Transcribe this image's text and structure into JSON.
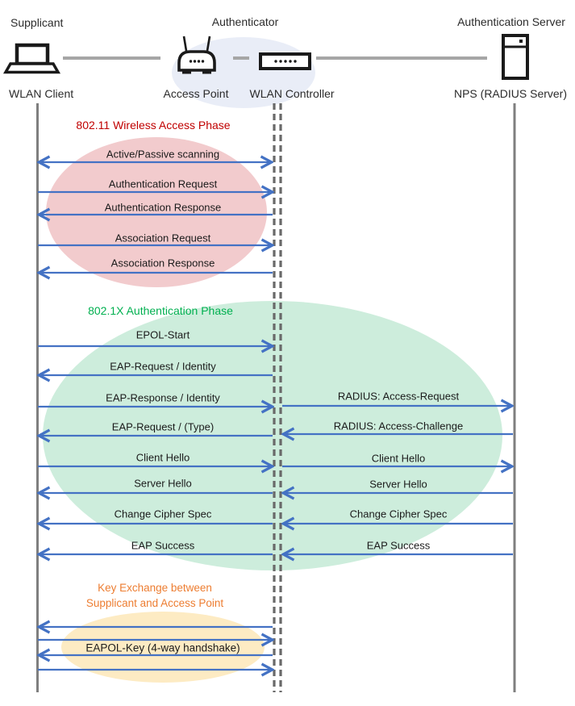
{
  "actors": {
    "roles": [
      {
        "label": "Supplicant"
      },
      {
        "label": "Authenticator"
      },
      {
        "label": "Authentication Server"
      }
    ],
    "devices": [
      {
        "label": "WLAN Client",
        "icon": "laptop-icon"
      },
      {
        "label": "Access Point",
        "icon": "access-point-icon"
      },
      {
        "label": "WLAN Controller",
        "icon": "wlan-controller-icon"
      },
      {
        "label": "NPS (RADIUS Server)",
        "icon": "server-icon"
      }
    ]
  },
  "phases": {
    "red": {
      "title": "802.11 Wireless Access Phase",
      "title_color": "#C00000",
      "ellipse_fill": "#F2CBCD",
      "messages": [
        {
          "label": "Active/Passive scanning",
          "from": "WLAN Client",
          "to": "WLAN Controller",
          "direction": "both"
        },
        {
          "label": "Authentication Request",
          "from": "WLAN Client",
          "to": "WLAN Controller",
          "direction": "right"
        },
        {
          "label": "Authentication Response",
          "from": "WLAN Controller",
          "to": "WLAN Client",
          "direction": "left"
        },
        {
          "label": "Association Request",
          "from": "WLAN Client",
          "to": "WLAN Controller",
          "direction": "right"
        },
        {
          "label": "Association Response",
          "from": "WLAN Controller",
          "to": "WLAN Client",
          "direction": "left"
        }
      ]
    },
    "green": {
      "title": "802.1X Authentication Phase",
      "title_color": "#00B050",
      "ellipse_fill": "#CDEDDC",
      "client_messages": [
        {
          "label": "EPOL-Start",
          "direction": "right"
        },
        {
          "label": "EAP-Request / Identity",
          "direction": "left"
        },
        {
          "label": "EAP-Response / Identity",
          "direction": "right"
        },
        {
          "label": "EAP-Request / (Type)",
          "direction": "left"
        },
        {
          "label": "Client Hello",
          "direction": "right"
        },
        {
          "label": "Server Hello",
          "direction": "left"
        },
        {
          "label": "Change Cipher Spec",
          "direction": "left"
        },
        {
          "label": "EAP Success",
          "direction": "left"
        }
      ],
      "server_messages": [
        {
          "label": "RADIUS: Access-Request",
          "direction": "right"
        },
        {
          "label": "RADIUS: Access-Challenge",
          "direction": "left"
        },
        {
          "label": "Client Hello",
          "direction": "right"
        },
        {
          "label": "Server Hello",
          "direction": "left"
        },
        {
          "label": "Change Cipher Spec",
          "direction": "left"
        },
        {
          "label": "EAP Success",
          "direction": "left"
        }
      ]
    },
    "orange": {
      "title_line1": "Key Exchange between",
      "title_line2": "Supplicant and Access Point",
      "title_color": "#ED7D31",
      "ellipse_fill": "#FDEBC3",
      "message": {
        "label": "EAPOL-Key (4-way handshake)"
      },
      "arrows": [
        "left",
        "right",
        "left",
        "right"
      ]
    }
  },
  "colors": {
    "arrow": "#4472C4",
    "lifeline_solid": "#7F7F7F",
    "lifeline_dashed": "#696969",
    "connector": "#A6A6A6",
    "header_ellipse": "#E9EDF7"
  }
}
